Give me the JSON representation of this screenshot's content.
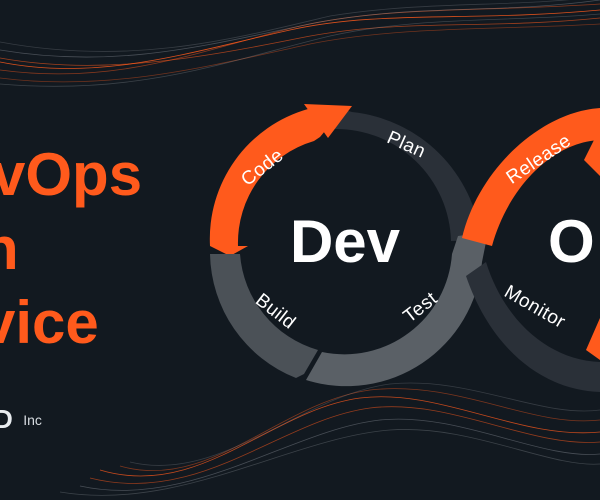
{
  "headline": {
    "line1": "vOps",
    "line2": "n",
    "line3": "vice"
  },
  "brand": {
    "logo_text": "D",
    "suffix": "Inc"
  },
  "loop": {
    "center_left": "Dev",
    "center_right": "O",
    "stages": {
      "code": "Code",
      "plan": "Plan",
      "build": "Build",
      "test": "Test",
      "release": "Release",
      "monitor": "Monitor"
    }
  },
  "colors": {
    "background": "#121920",
    "accent": "#ff5a1c",
    "segment_dark": "#2a3038",
    "segment_mid": "#4b5157",
    "text": "#ffffff"
  }
}
